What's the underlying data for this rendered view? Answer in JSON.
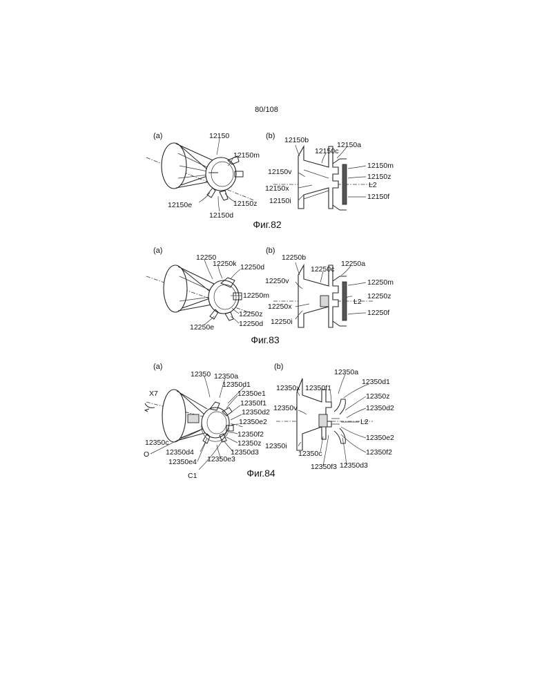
{
  "page_number": "80/108",
  "figures": [
    {
      "caption": "Фиг.82",
      "panel_a": {
        "tag": "(a)",
        "labels": [
          "12150",
          "12150m",
          "12150e",
          "12150z",
          "12150d"
        ]
      },
      "panel_b": {
        "tag": "(b)",
        "labels": [
          "12150b",
          "12150c",
          "12150a",
          "12150v",
          "12150m",
          "12150z",
          "L2",
          "12150x",
          "12150i",
          "12150f"
        ]
      }
    },
    {
      "caption": "Фиг.83",
      "panel_a": {
        "tag": "(a)",
        "labels": [
          "12250",
          "12250k",
          "12250d",
          "12250m",
          "12250z",
          "12250e",
          "12250d"
        ]
      },
      "panel_b": {
        "tag": "(b)",
        "labels": [
          "12250b",
          "12250c",
          "12250a",
          "12250v",
          "12250m",
          "L2",
          "12250z",
          "12250x",
          "12250i",
          "12250f"
        ]
      }
    },
    {
      "caption": "Фиг.84",
      "panel_a": {
        "tag": "(a)",
        "labels": [
          "12350",
          "12350a",
          "12350d1",
          "X7",
          "12350e1",
          "12350f1",
          "12350d2",
          "12350e2",
          "12350c",
          "12350f2",
          "12350z",
          "12350d4",
          "12350d3",
          "O",
          "12350e4",
          "12350e3",
          "C1"
        ]
      },
      "panel_b": {
        "tag": "(b)",
        "labels": [
          "12350a",
          "12350d1",
          "12350x",
          "12350f1",
          "12350z",
          "12350v",
          "12350d2",
          "L2",
          "12350i",
          "12350e2",
          "12350c",
          "12350f2",
          "12350f3",
          "12350d3"
        ]
      }
    }
  ]
}
